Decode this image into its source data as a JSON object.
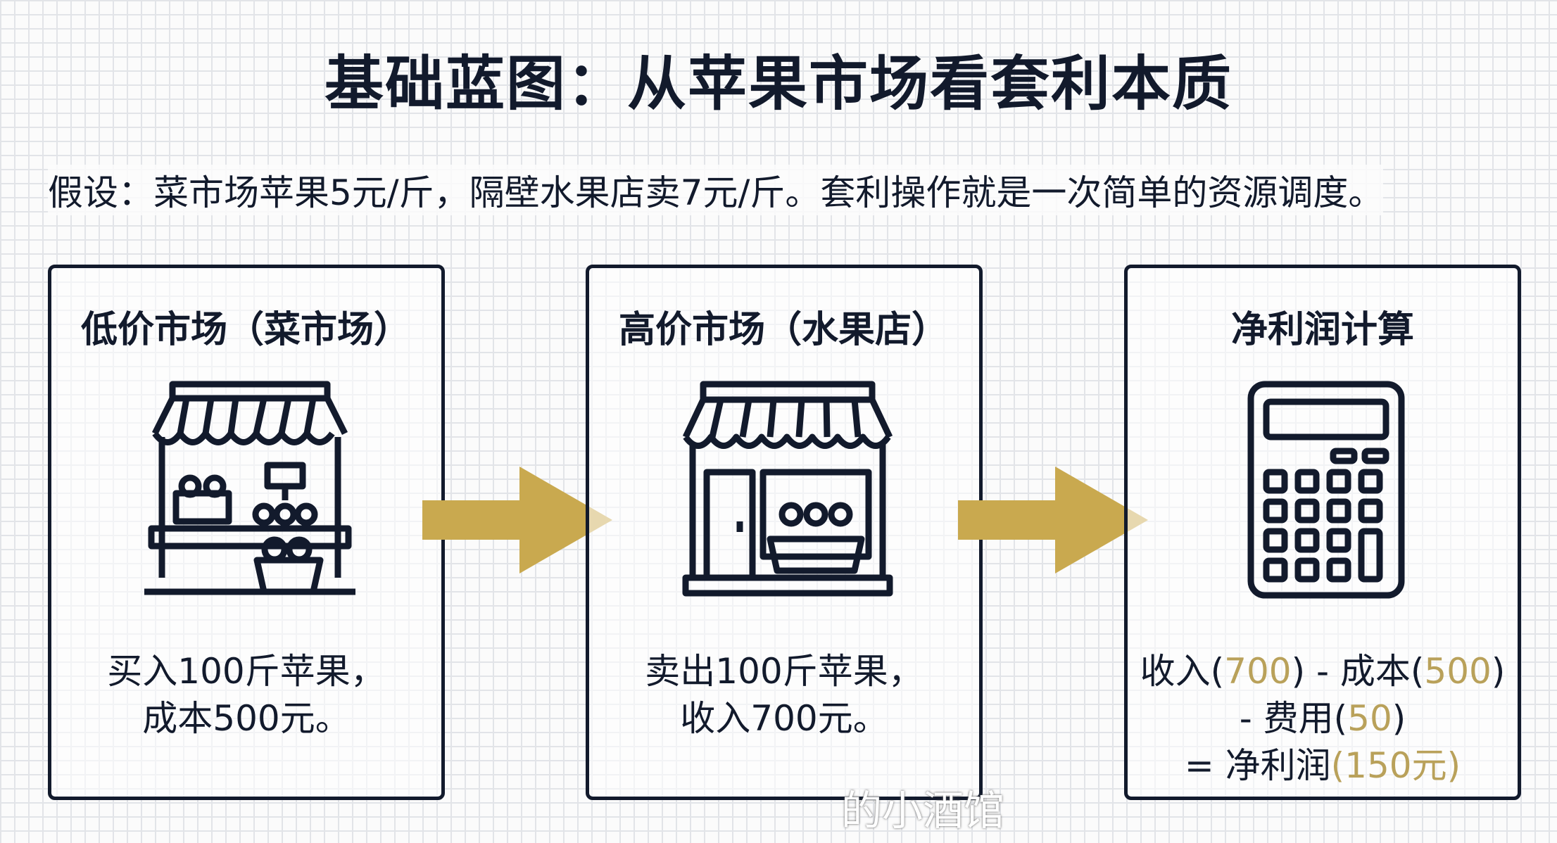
{
  "title": "基础蓝图：从苹果市场看套利本质",
  "subtitle": "假设：菜市场苹果5元/斤，隔壁水果店卖7元/斤。套利操作就是一次简单的资源调度。",
  "colors": {
    "ink": "#121a2c",
    "accent": "#c9a94f",
    "number": "#b9a15a"
  },
  "cards": [
    {
      "heading": "低价市场（菜市场）",
      "icon": "market-stall-icon",
      "lines": [
        "买入100斤苹果，",
        "成本500元。"
      ]
    },
    {
      "heading": "高价市场（水果店）",
      "icon": "fruit-shop-icon",
      "lines": [
        "卖出100斤苹果，",
        "收入700元。"
      ]
    },
    {
      "heading": "净利润计算",
      "icon": "calculator-icon",
      "formula": {
        "l1a": "收入(",
        "v1": "700",
        "l1b": ") - 成本(",
        "v2": "500",
        "l1c": ")",
        "l2a": "- 费用(",
        "v3": "50",
        "l2b": ")",
        "l3a": "= 净利润",
        "v4": "(150元)"
      }
    }
  ],
  "watermark": "的小酒馆"
}
